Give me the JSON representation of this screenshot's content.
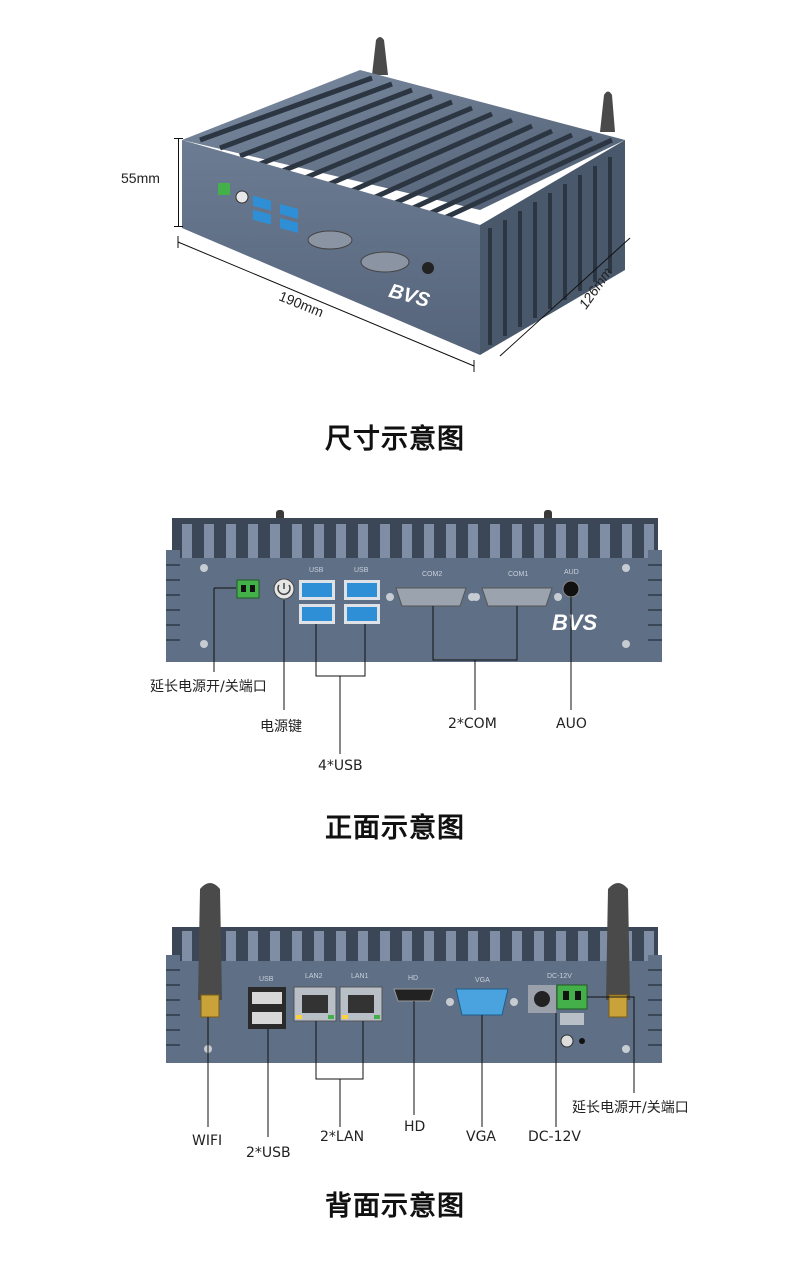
{
  "section1": {
    "title": "尺寸示意图",
    "dim_height": "55mm",
    "dim_width": "190mm",
    "dim_depth": "126mm",
    "brand": "BVS"
  },
  "section2": {
    "title": "正面示意图",
    "port_labels": {
      "usb_a": "USB",
      "usb_b": "USB",
      "com2": "COM2",
      "com1": "COM1",
      "aud": "AUD"
    },
    "brand": "BVS",
    "callouts": {
      "ext_power": "延长电源开/关端口",
      "power_key": "电源键",
      "usb4": "4*USB",
      "com2x": "2*COM",
      "auo": "AUO"
    }
  },
  "section3": {
    "title": "背面示意图",
    "port_labels": {
      "usb": "USB",
      "lan2": "LAN2",
      "lan1": "LAN1",
      "hd": "HD",
      "vga": "VGA",
      "dc": "DC-12V"
    },
    "callouts": {
      "wifi": "WIFI",
      "usb2": "2*USB",
      "lan2x": "2*LAN",
      "hd": "HD",
      "vga": "VGA",
      "dc": "DC-12V",
      "ext_power": "延长电源开/关端口"
    }
  },
  "colors": {
    "case_blue": "#5f6f86",
    "fin_dark": "#3b4656",
    "usb_blue": "#2f8fd6",
    "connector_green": "#44b04a",
    "vga_blue": "#4aa3de"
  }
}
